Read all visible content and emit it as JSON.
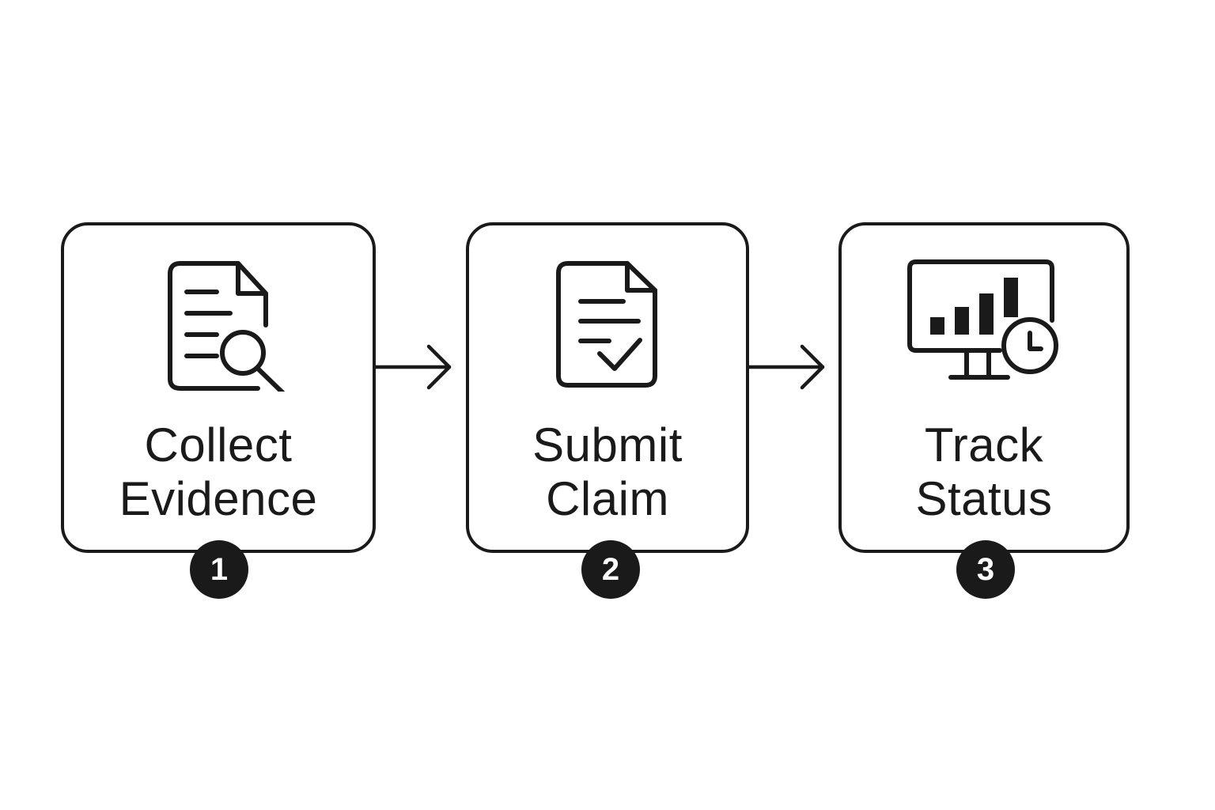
{
  "steps": [
    {
      "number": "1",
      "title_line1": "Collect",
      "title_line2": "Evidence",
      "icon": "document-search-icon"
    },
    {
      "number": "2",
      "title_line1": "Submit",
      "title_line2": "Claim",
      "icon": "document-check-icon"
    },
    {
      "number": "3",
      "title_line1": "Track",
      "title_line2": "Status",
      "icon": "monitor-chart-clock-icon"
    }
  ],
  "connectors": [
    "arrow-right-icon",
    "arrow-right-icon"
  ],
  "colors": {
    "stroke": "#1a1a1a",
    "background": "#ffffff",
    "badge_text": "#ffffff"
  }
}
